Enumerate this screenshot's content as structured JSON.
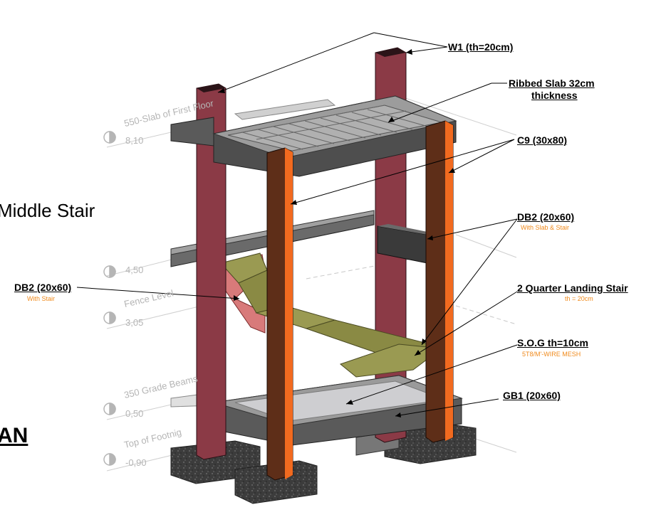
{
  "side_title": "Middle Stair",
  "plan_cut_text": "AN",
  "levels": [
    {
      "name": "550-Slab of First Floor",
      "value": "8,10"
    },
    {
      "name": "",
      "value": "4,50"
    },
    {
      "name": "Fence Level",
      "value": "3,05"
    },
    {
      "name": "350 Grade Beams",
      "value": "0,50"
    },
    {
      "name": "Top of Footnig",
      "value": "-0,90"
    }
  ],
  "callouts": {
    "w1": {
      "label": "W1 (th=20cm)"
    },
    "ribbed_slab": {
      "label_line1": "Ribbed Slab 32cm",
      "label_line2": "thickness"
    },
    "c9": {
      "label": "C9 (30x80)"
    },
    "db2_right": {
      "label": "DB2 (20x60)",
      "note": "With Slab & Stair"
    },
    "db2_left": {
      "label": "DB2 (20x60)",
      "note": "With Stair"
    },
    "stair": {
      "label": "2 Quarter Landing Stair",
      "note": "th = 20cm"
    },
    "sog": {
      "label": "S.O.G th=10cm",
      "note": "5T8/M'-WIRE MESH"
    },
    "gb1": {
      "label": "GB1 (20x60)"
    }
  },
  "colors": {
    "wall": "#8b3a46",
    "column_front": "#5e2e18",
    "column_edge": "#f26a1f",
    "slab_top": "#9c9c9c",
    "slab_side": "#4a4a4a",
    "stair": "#8a8a44",
    "footing": "#3a3a3a",
    "level_text": "#b5b5b5",
    "note_text": "#f08a1c"
  }
}
